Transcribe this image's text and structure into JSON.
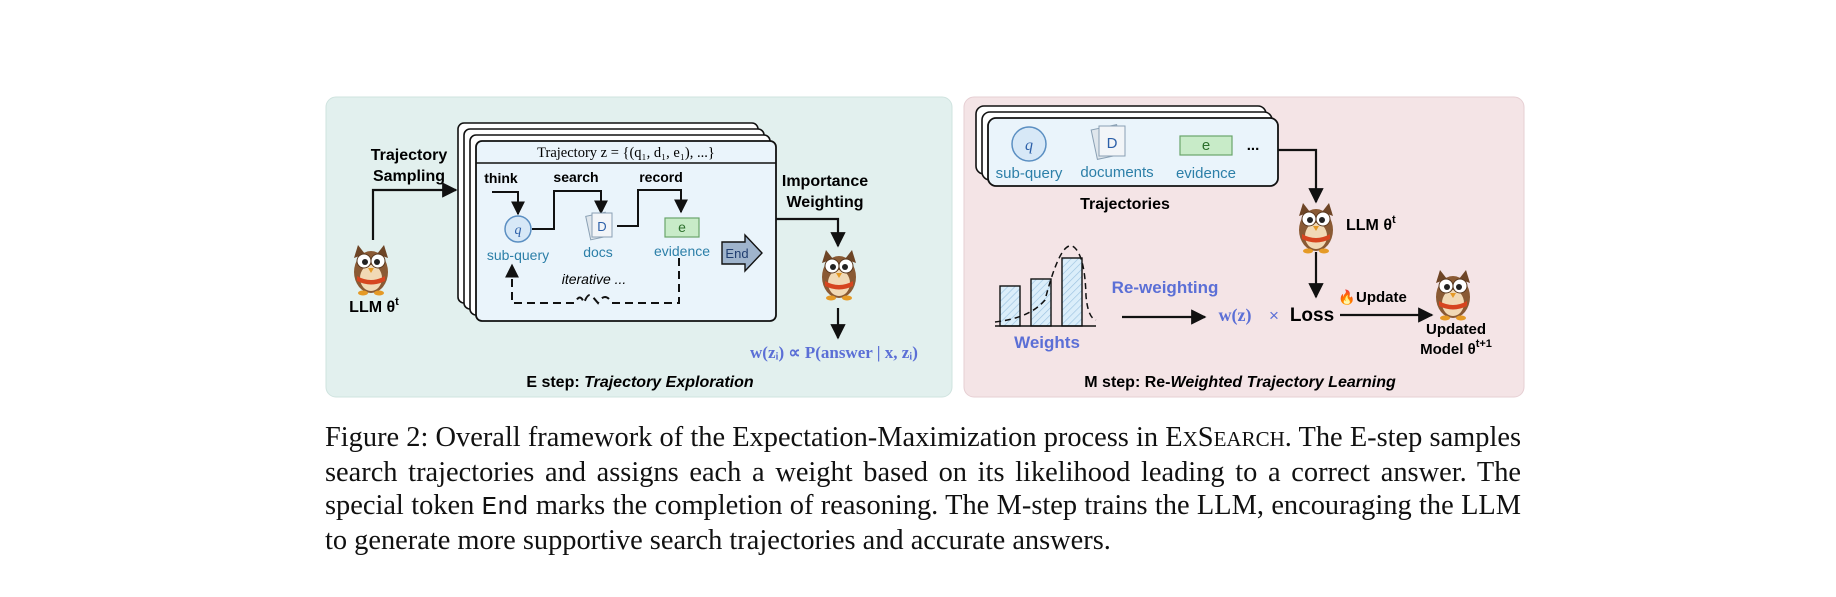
{
  "e_step": {
    "trajectory_sampling": [
      "Trajectory",
      "Sampling"
    ],
    "llm": "LLM θ",
    "llm_sup": "t",
    "trajectory_header": "Trajectory z = {(q₁, d₁, e₁), ...}",
    "think": "think",
    "search": "search",
    "record": "record",
    "q_symbol": "q",
    "d_symbol": "D",
    "e_symbol": "e",
    "sub_query": "sub-query",
    "docs": "docs",
    "evidence": "evidence",
    "end_token": "End",
    "iterative": "iterative ...",
    "importance_weighting": [
      "Importance",
      "Weighting"
    ],
    "formula": "w(zᵢ) ∝ P(answer | x, zᵢ)",
    "title_prefix": "E step: ",
    "title_italic": "Trajectory Exploration"
  },
  "m_step": {
    "q_symbol": "q",
    "d_symbol": "D",
    "e_symbol": "e",
    "sub_query": "sub-query",
    "documents": "documents",
    "evidence": "evidence",
    "ellipsis": "...",
    "trajectories": "Trajectories",
    "llm": "LLM θ",
    "llm_sup": "t",
    "reweighting": "Re-weighting",
    "weights": "Weights",
    "wz": "w(z)",
    "times": "×",
    "loss": "Loss",
    "fire_icon": "🔥",
    "update": "Update",
    "updated": "Updated",
    "model": "Model θ",
    "model_sup": "t+1",
    "title_prefix": "M step: Re-",
    "title_italic": "Weighted Trajectory Learning"
  },
  "caption": {
    "label": "Figure 2: Overall framework of the Expectation-Maximization process in ",
    "name_first": "E",
    "name_x": "X",
    "name_s": "S",
    "name_rest": "EARCH",
    "part1": ". The E-step samples search trajectories and assigns each a weight based on its likelihood leading to a correct answer.  The special token ",
    "token": "End",
    "part2": " marks the completion of reasoning.  The M-step trains the LLM, encouraging the LLM to generate more supportive search trajectories and accurate answers."
  },
  "colors": {
    "e_panel": "#e2f0ee",
    "m_panel": "#f4e4e6",
    "accent_blue": "#5b6fd6",
    "teal_text": "#2c7fa8",
    "evidence_green": "#c8ebc8"
  }
}
